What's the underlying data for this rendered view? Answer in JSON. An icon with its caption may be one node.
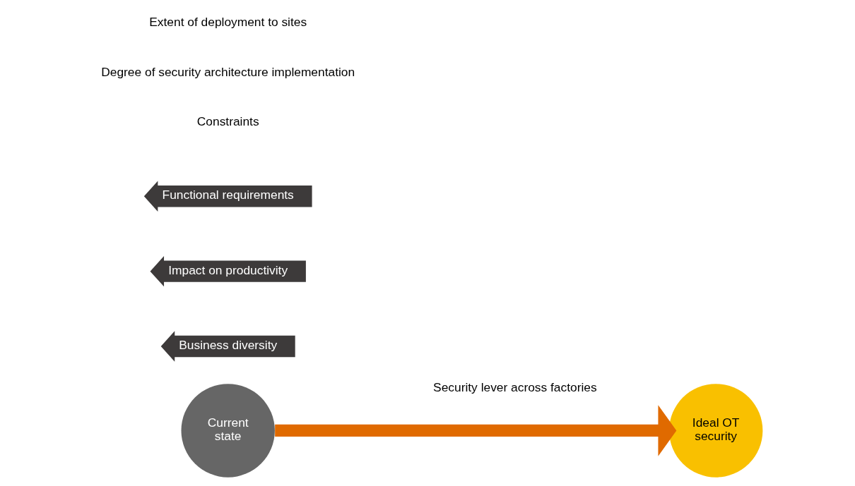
{
  "diagram": {
    "nodes": [
      {
        "text": [
          "Current state"
        ]
      },
      {
        "text": [
          "Ideal OT security"
        ]
      },
      {
        "text": [
          "Functional requirements"
        ]
      },
      {
        "text": [
          "Impact on productivity"
        ]
      },
      {
        "text": [
          "Business diversity"
        ]
      }
    ],
    "edges": [
      {
        "from": 0,
        "to": 1,
        "arrow": "to",
        "label": "Security lever across factories",
        "color": "#e06a00"
      }
    ],
    "labels": [
      "Constraints",
      "Degree of security architecture implementation",
      "Extent of deployment to sites"
    ]
  }
}
